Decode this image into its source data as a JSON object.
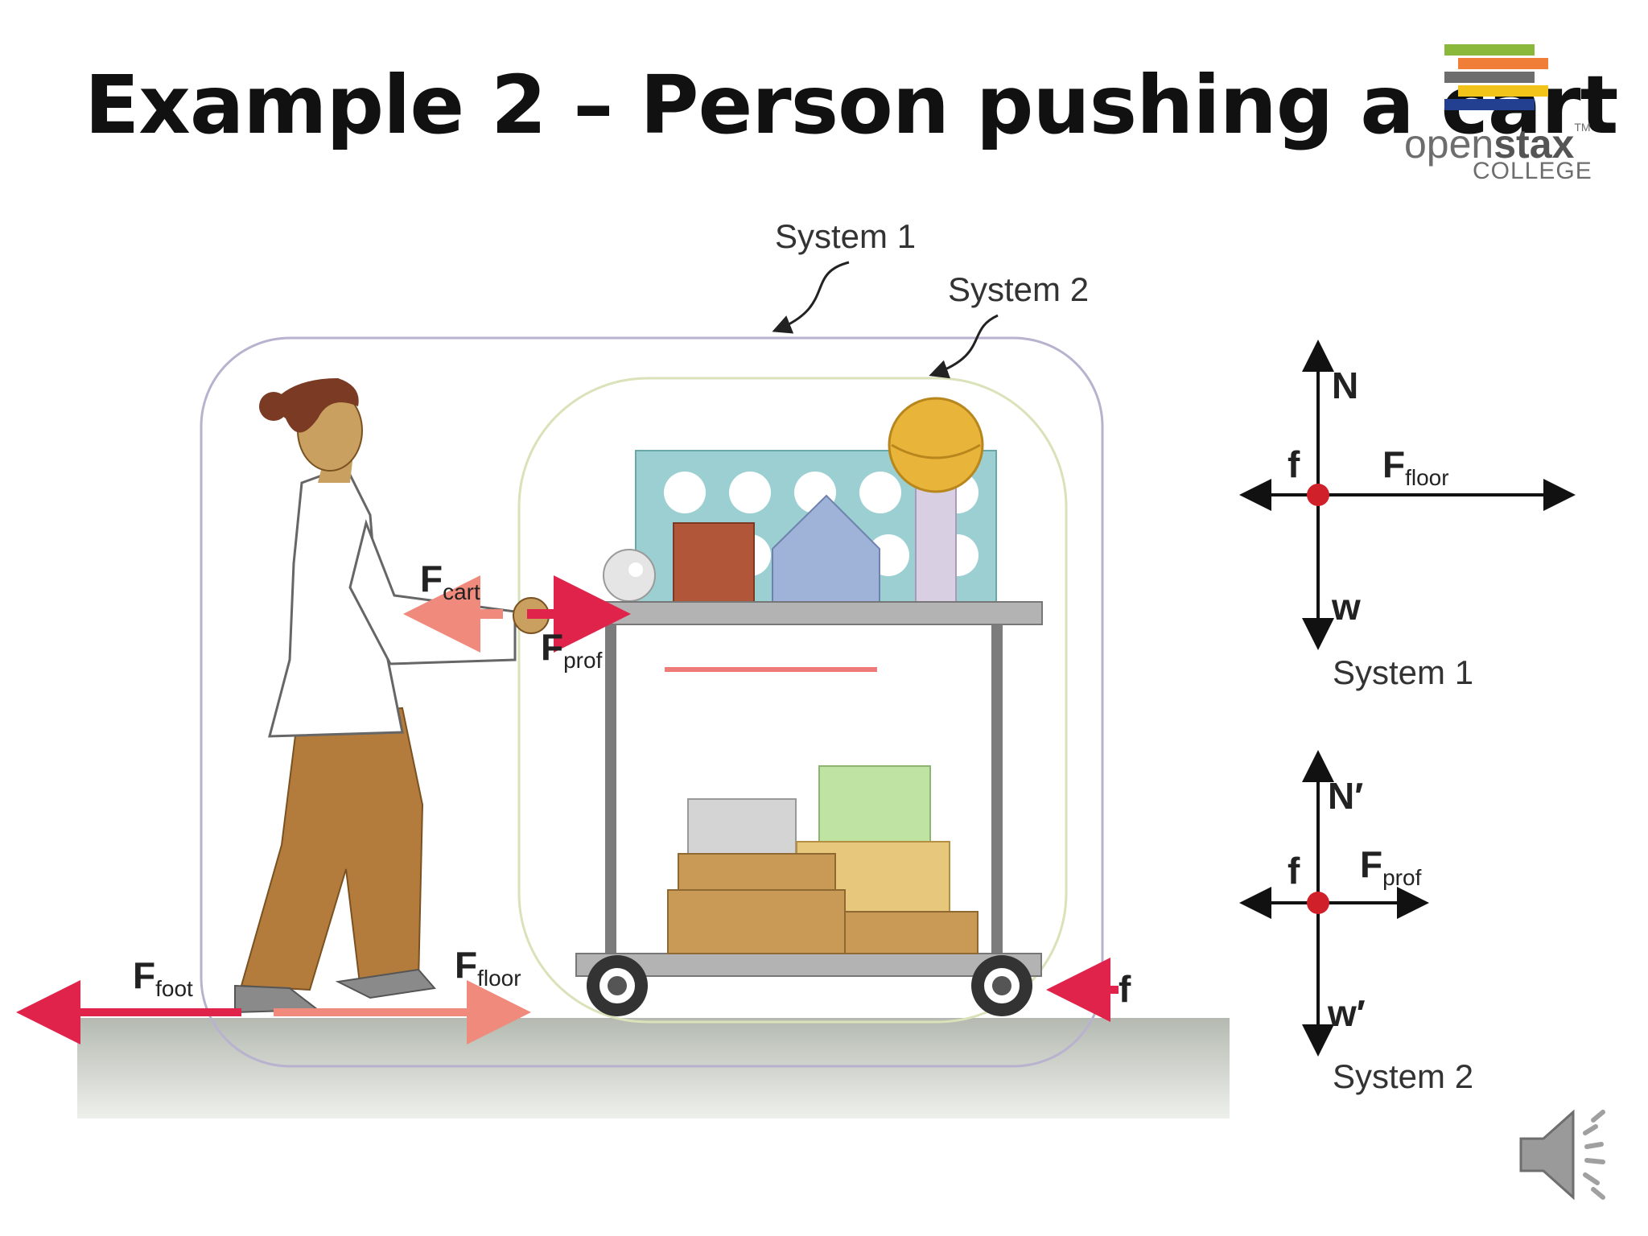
{
  "slide": {
    "title": "Example 2 – Person pushing a cart"
  },
  "logo": {
    "name_light": "open",
    "name_bold": "stax",
    "tm": "TM",
    "sub": "COLLEGE",
    "stripe_colors": [
      "#8ab83b",
      "#f07e38",
      "#6d6d6d",
      "#f2c318",
      "#233f8f"
    ]
  },
  "diagram": {
    "system1_label": "System 1",
    "system2_label": "System 2",
    "forces": {
      "F_cart": {
        "main": "F",
        "sub": "cart"
      },
      "F_prof": {
        "main": "F",
        "sub": "prof"
      },
      "F_foot": {
        "main": "F",
        "sub": "foot"
      },
      "F_floor": {
        "main": "F",
        "sub": "floor"
      },
      "f": "f"
    }
  },
  "fbd1": {
    "N": "N",
    "f": "f",
    "F": {
      "main": "F",
      "sub": "floor"
    },
    "w": "w",
    "caption": "System 1"
  },
  "fbd2": {
    "N": "N′",
    "f": "f",
    "F": {
      "main": "F",
      "sub": "prof"
    },
    "w": "w′",
    "caption": "System 2"
  },
  "colors": {
    "force_arrow": "#e0234b",
    "force_arrow_light": "#f08a7c",
    "dot": "#d0202a",
    "floor": "#b9c0b6"
  },
  "icons": {
    "audio": "speaker-icon"
  }
}
